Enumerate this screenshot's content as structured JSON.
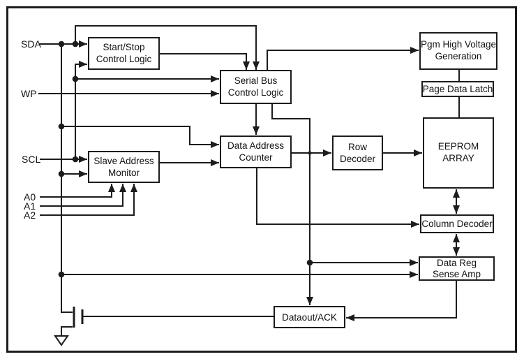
{
  "diagram": {
    "pins": {
      "sda": "SDA",
      "wp": "WP",
      "scl": "SCL",
      "a0": "A0",
      "a1": "A1",
      "a2": "A2"
    },
    "blocks": {
      "start_stop": {
        "lines": [
          "Start/Stop",
          "Control Logic"
        ]
      },
      "serial_bus": {
        "lines": [
          "Serial Bus",
          "Control Logic"
        ]
      },
      "slave_address": {
        "lines": [
          "Slave Address",
          "Monitor"
        ]
      },
      "data_address": {
        "lines": [
          "Data Address",
          "Counter"
        ]
      },
      "row_decoder": {
        "lines": [
          "Row",
          "Decoder"
        ]
      },
      "eeprom_array": {
        "lines": [
          "EEPROM",
          "ARRAY"
        ]
      },
      "pgm_high_voltage": {
        "lines": [
          "Pgm High Voltage",
          "Generation"
        ]
      },
      "page_data_latch": {
        "lines": [
          "Page Data Latch"
        ]
      },
      "column_decoder": {
        "lines": [
          "Column Decoder"
        ]
      },
      "data_reg_sense_amp": {
        "lines": [
          "Data Reg",
          "Sense Amp"
        ]
      },
      "dataout_ack": {
        "lines": [
          "Dataout/ACK"
        ]
      }
    },
    "colors": {
      "line": "#1c1c1c",
      "box_fill": "#ffffff",
      "background": "#ffffff",
      "text": "#111111"
    }
  }
}
